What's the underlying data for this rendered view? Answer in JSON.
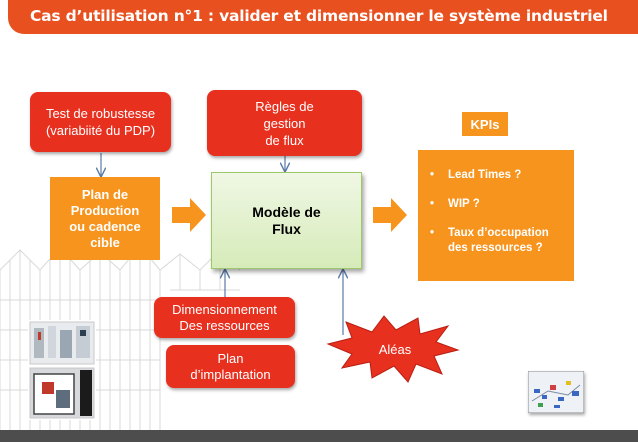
{
  "title": "Cas d’utilisation n°1 : valider et dimensionner le système industriel",
  "boxes": {
    "robustesse": "Test de robustesse\n(variabiité du PDP)",
    "regles": "Règles de\ngestion\nde flux",
    "plan_production": "Plan de\nProduction\nou cadence\ncible",
    "modele": "Modèle de\nFlux",
    "dimensionnement": "Dimensionnement\nDes ressources",
    "implantation": "Plan\nd’implantation",
    "aleas": "Aléas"
  },
  "kpis": {
    "label": "KPIs",
    "items": [
      "Lead Times ?",
      "WIP ?",
      "Taux d’occupation des ressources ?"
    ]
  },
  "colors": {
    "accent": "#e8501f",
    "red_box": "#e8301f",
    "orange": "#f7941d",
    "green": "#d6ebb9",
    "footer": "#4d4d4d"
  },
  "icons": [
    "building-decor",
    "arrow-right-icon",
    "factory-photo",
    "simulation-3d-thumbnail"
  ]
}
